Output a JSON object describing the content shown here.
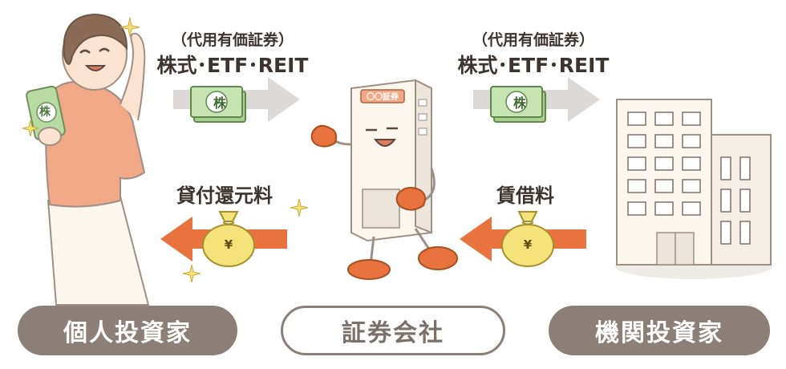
{
  "flow_top_left": {
    "paren_label": "（代用有価証券）",
    "main_label": "株式･ETF･REIT"
  },
  "flow_top_right": {
    "paren_label": "（代用有価証券）",
    "main_label": "株式･ETF･REIT"
  },
  "flow_bottom_left": {
    "label": "貸付還元料"
  },
  "flow_bottom_right": {
    "label": "賃借料"
  },
  "bill_glyph": "株",
  "bag_glyph": "¥",
  "building_sign": "〇〇証券",
  "actors": {
    "individual": "個人投資家",
    "broker": "証券会社",
    "institution": "機関投資家"
  },
  "colors": {
    "gray_arrow": "#dcd9d6",
    "orange_arrow": "#e8733f",
    "bill_green": "#b7dba0",
    "bag_yellow": "#f4e27a",
    "pill_fill": "#8b7f77",
    "text_dark": "#3d342f"
  }
}
